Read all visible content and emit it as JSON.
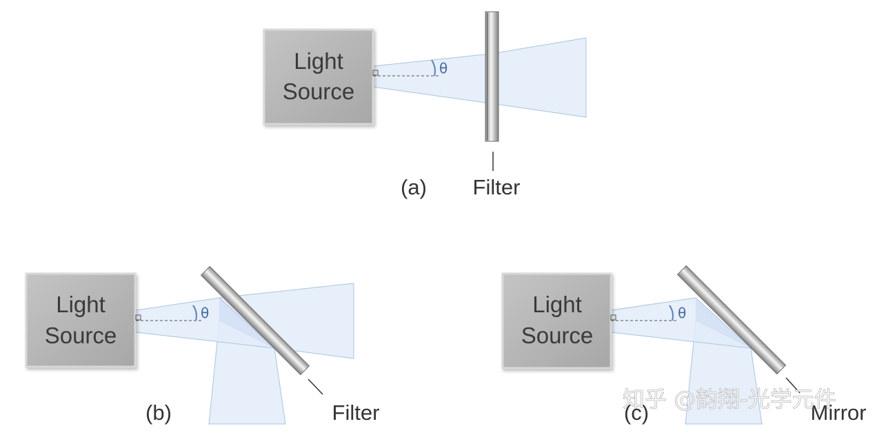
{
  "panels": [
    {
      "id": "a",
      "source_line1": "Light",
      "source_line2": "Source",
      "angle_symbol": "θ",
      "component": "Filter",
      "caption": "(a)"
    },
    {
      "id": "b",
      "source_line1": "Light",
      "source_line2": "Source",
      "angle_symbol": "θ",
      "component": "Filter",
      "caption": "(b)"
    },
    {
      "id": "c",
      "source_line1": "Light",
      "source_line2": "Source",
      "angle_symbol": "θ",
      "component": "Mirror",
      "caption": "(c)"
    }
  ],
  "watermark": "知乎 @韵翔-光学元件",
  "colors": {
    "source_box": "#b3b3b3",
    "beam_fill": "#e2ecf9",
    "beam_edge": "#a9c4de",
    "optic_mid": "#f2f2f2",
    "optic_edge": "#8a8a8a"
  }
}
